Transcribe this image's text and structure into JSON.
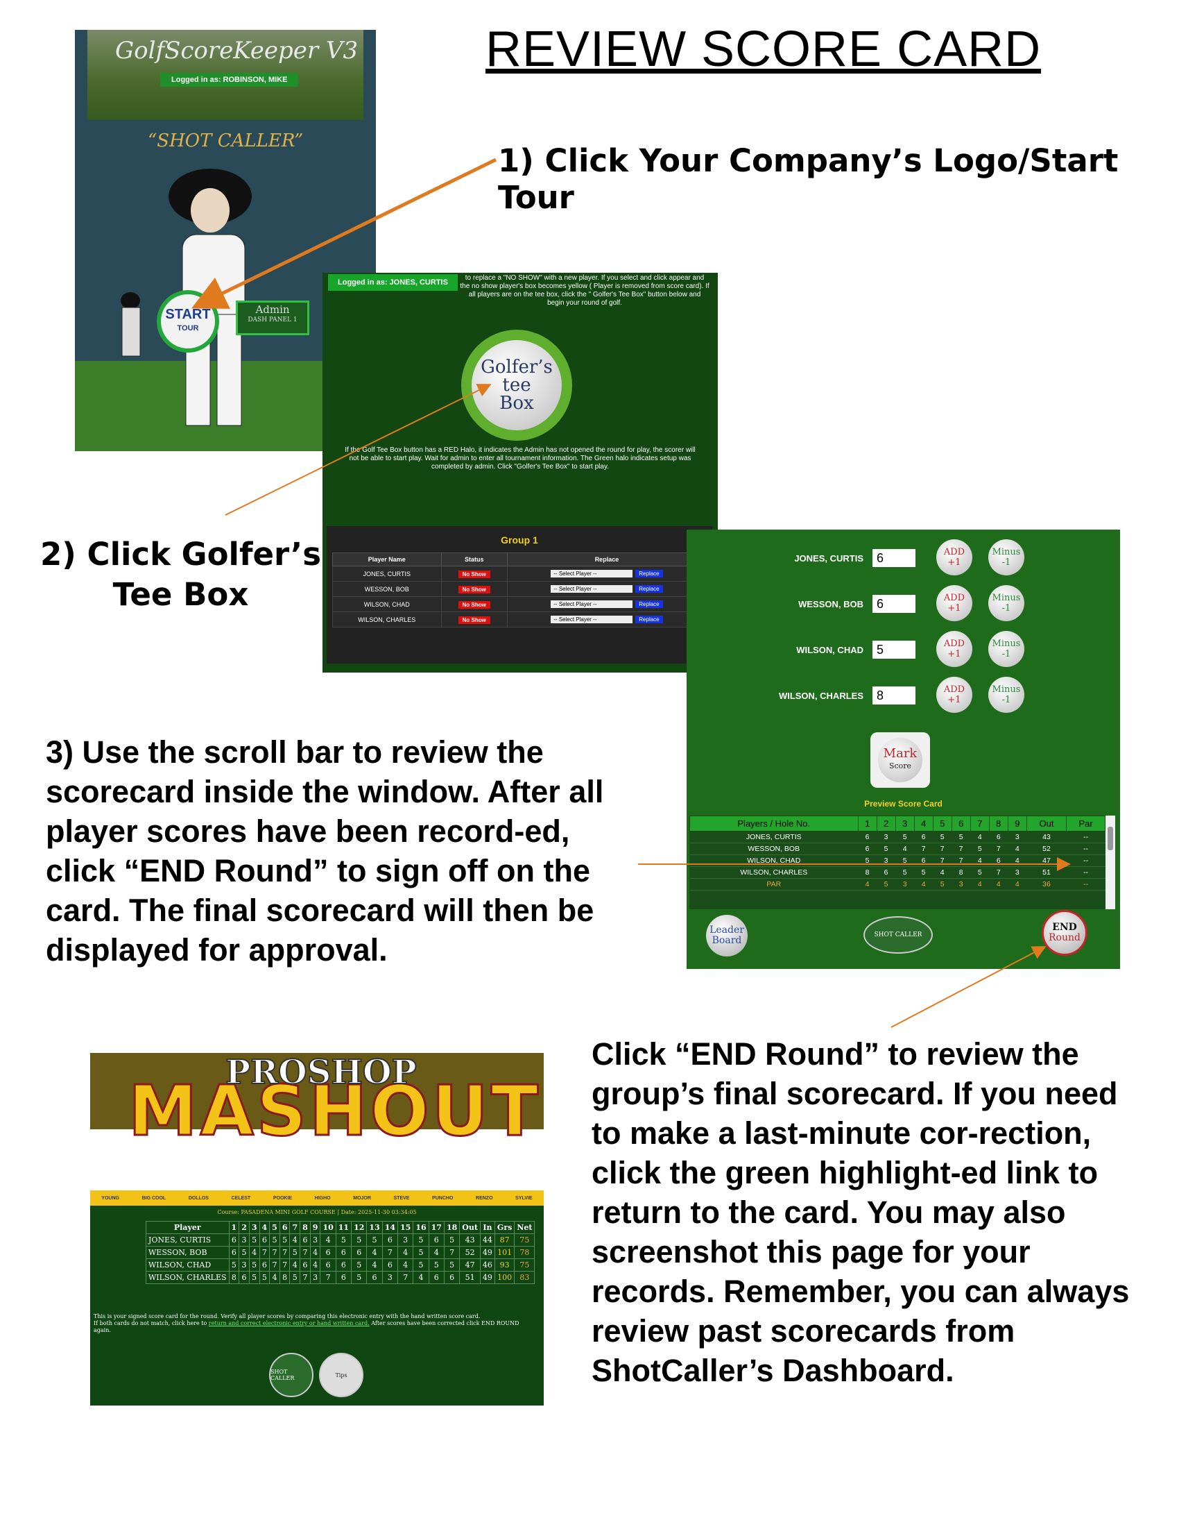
{
  "title": "REVIEW SCORE CARD",
  "steps": {
    "step1": "1) Click Your Company’s Logo/Start Tour",
    "step2_line1": "2) Click Golfer’s",
    "step2_line2": "Tee Box",
    "step3": "3) Use the scroll bar to review the scorecard inside the window. After all player scores have been record-ed, click “END Round” to sign off on the card. The final scorecard will then be displayed for approval.",
    "step4": "Click “END Round” to review the group’s final scorecard. If you need to make a last-minute cor-rection, click the green highlight-ed link to return to the card. You may also screenshot this page for your records. Remember, you can always review past scorecards from ShotCaller’s Dashboard."
  },
  "panel1": {
    "app_logo": "GolfScoreKeeper V3",
    "login": "Logged in as: ROBINSON, MIKE",
    "shot_caller": "“SHOT CALLER”",
    "start_tour": "START",
    "start_tour_sub": "TOUR",
    "admin": "Admin",
    "admin_sub": "DASH PANEL 1"
  },
  "panel2": {
    "login": "Logged in as: JONES, CURTIS",
    "top_note": "to replace a \"NO SHOW\" with a new player. If you select and click appear and the no show player's box becomes yellow ( Player is removed from score card). If all players are on the tee box, click the \" Golfer's Tee Box\" button below and begin your round of golf.",
    "teebox": [
      "Golfer’s",
      "tee",
      "Box"
    ],
    "note": "If the Golf Tee Box button has a RED Halo, it indicates the Admin has not opened the round for play, the scorer will not be able to start play. Wait for admin to enter all tournament information. The Green halo indicates setup was completed by admin. Click \"Golfer's Tee Box\" to start play.",
    "group_title": "Group 1",
    "headers": [
      "Player Name",
      "Status",
      "Replace"
    ],
    "players": [
      "JONES, CURTIS",
      "WESSON, BOB",
      "WILSON, CHAD",
      "WILSON, CHARLES"
    ],
    "status": "No Show",
    "select": "-- Select Player --",
    "replace": "Replace"
  },
  "panel3": {
    "players": [
      {
        "name": "JONES, CURTIS",
        "score": "6"
      },
      {
        "name": "WESSON, BOB",
        "score": "6"
      },
      {
        "name": "WILSON, CHAD",
        "score": "5"
      },
      {
        "name": "WILSON, CHARLES",
        "score": "8"
      }
    ],
    "add_label": "ADD",
    "add_val": "+1",
    "minus_label": "Minus",
    "minus_val": "-1",
    "mark": "Mark",
    "mark_sub": "Score",
    "preview": "Preview Score Card",
    "headers": [
      "Players / Hole No.",
      "1",
      "2",
      "3",
      "4",
      "5",
      "6",
      "7",
      "8",
      "9",
      "Out",
      "Par"
    ],
    "rows": [
      [
        "JONES, CURTIS",
        "6",
        "3",
        "5",
        "6",
        "5",
        "5",
        "4",
        "6",
        "3",
        "43",
        "--"
      ],
      [
        "WESSON, BOB",
        "6",
        "5",
        "4",
        "7",
        "7",
        "7",
        "5",
        "7",
        "4",
        "52",
        "--"
      ],
      [
        "WILSON, CHAD",
        "5",
        "3",
        "5",
        "6",
        "7",
        "7",
        "4",
        "6",
        "4",
        "47",
        "--"
      ],
      [
        "WILSON, CHARLES",
        "8",
        "6",
        "5",
        "5",
        "4",
        "8",
        "5",
        "7",
        "3",
        "51",
        "--"
      ],
      [
        "PAR",
        "4",
        "5",
        "3",
        "4",
        "5",
        "3",
        "4",
        "4",
        "4",
        "36",
        "--"
      ]
    ],
    "leader1": "Leader",
    "leader2": "Board",
    "logo": "SHOT CALLER",
    "end1": "END",
    "end2": "Round"
  },
  "panel4": {
    "pro": "PROSHOP",
    "mash": "MASHOUT",
    "names": [
      "YOUNG",
      "BIG COOL",
      "DOLLOS",
      "CELEST",
      "POOKIE",
      "HIGHO",
      "MOJOR",
      "STEVE",
      "PUNCHO",
      "RENZO",
      "SYLVIE"
    ],
    "course": "Course: PASADENA MINI GOLF COURSE | Date: 2025-11-30 03:34:05",
    "headers": [
      "Player",
      "1",
      "2",
      "3",
      "4",
      "5",
      "6",
      "7",
      "8",
      "9",
      "10",
      "11",
      "12",
      "13",
      "14",
      "15",
      "16",
      "17",
      "18",
      "Out",
      "In",
      "Grs",
      "Net"
    ],
    "rows": [
      [
        "JONES, CURTIS",
        "6",
        "3",
        "5",
        "6",
        "5",
        "5",
        "4",
        "6",
        "3",
        "4",
        "5",
        "5",
        "5",
        "6",
        "3",
        "5",
        "6",
        "5",
        "43",
        "44",
        "87",
        "75"
      ],
      [
        "WESSON, BOB",
        "6",
        "5",
        "4",
        "7",
        "7",
        "7",
        "5",
        "7",
        "4",
        "6",
        "6",
        "6",
        "4",
        "7",
        "4",
        "5",
        "4",
        "7",
        "52",
        "49",
        "101",
        "78"
      ],
      [
        "WILSON, CHAD",
        "5",
        "3",
        "5",
        "6",
        "7",
        "7",
        "4",
        "6",
        "4",
        "6",
        "6",
        "5",
        "4",
        "6",
        "4",
        "5",
        "5",
        "5",
        "47",
        "46",
        "93",
        "75"
      ],
      [
        "WILSON, CHARLES",
        "8",
        "6",
        "5",
        "5",
        "4",
        "8",
        "5",
        "7",
        "3",
        "7",
        "6",
        "5",
        "6",
        "3",
        "7",
        "4",
        "6",
        "6",
        "51",
        "49",
        "100",
        "83"
      ]
    ],
    "foot1": "This is your signed score card for the round. Verify all player scores by comparing this electronic entry with the hand written score card.",
    "foot2a": "If both cards do not match, click here to",
    "foot_link": "return and correct electronic entry or hand written card.",
    "foot2b": "After scores have been corrected click END ROUND again.",
    "btn1": "SHOT CALLER",
    "btn2": "Tips"
  },
  "colors": {
    "panel_green": "#124712",
    "accent_green": "#23a42a",
    "arrow": "#e07a1e",
    "gold": "#f2cf20"
  }
}
